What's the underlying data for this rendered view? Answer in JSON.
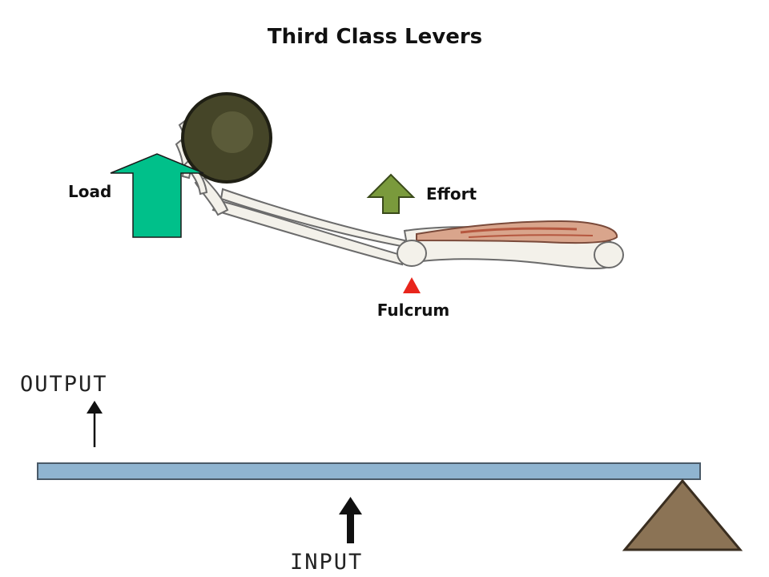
{
  "title": "Third Class Levers",
  "arm_labels": {
    "load": "Load",
    "effort": "Effort",
    "fulcrum": "Fulcrum"
  },
  "lever_labels": {
    "output": "OUTPUT",
    "input": "INPUT"
  },
  "colors": {
    "load_arrow": "#00c08a",
    "effort_arrow": "#7a9a3c",
    "fulcrum_marker": "#e8251c",
    "beam": "#8fb4d0",
    "fulcrum_triangle": "#8b7355"
  }
}
